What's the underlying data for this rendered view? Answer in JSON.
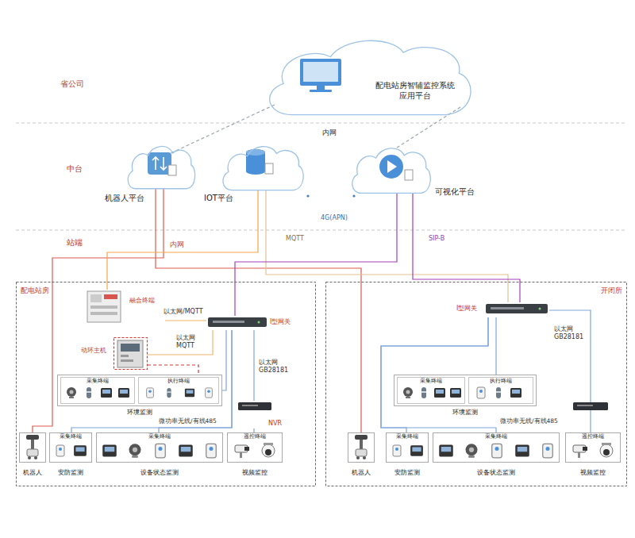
{
  "diagram": {
    "nodes": [
      {
        "text": [
          "配电站房智辅监控系统 应用平台"
        ]
      },
      {
        "text": [
          "机器人平台"
        ]
      },
      {
        "text": [
          "IOT平台"
        ]
      },
      {
        "text": [
          "可视化平台"
        ]
      },
      {
        "text": [
          "配电站房"
        ]
      },
      {
        "text": [
          "融合终端"
        ],
        "in": 4
      },
      {
        "text": [
          "I型网关"
        ],
        "in": 4
      },
      {
        "text": [
          "动环主机"
        ],
        "in": 4
      },
      {
        "text": [
          "环境监测"
        ],
        "in": 4
      },
      {
        "text": [
          "采集终端"
        ],
        "in": 8
      },
      {
        "text": [
          "执行终端"
        ],
        "in": 8
      },
      {
        "text": [
          "NVR"
        ],
        "in": 4
      },
      {
        "text": [
          "机器人"
        ],
        "in": 4
      },
      {
        "text": [
          "采集终端",
          "安防监测"
        ],
        "in": 4
      },
      {
        "text": [
          "采集终端",
          "设备状态监测"
        ],
        "in": 4
      },
      {
        "text": [
          "遥控终端",
          "视频监控"
        ],
        "in": 4
      },
      {
        "text": [
          "开闭所"
        ]
      },
      {
        "text": [
          "I型网关"
        ],
        "in": 16
      },
      {
        "text": [
          "环境监测"
        ],
        "in": 16
      },
      {
        "text": [
          "采集终端"
        ],
        "in": 18
      },
      {
        "text": [
          "执行终端"
        ],
        "in": 18
      },
      {
        "text": [
          "机器人"
        ],
        "in": 16
      },
      {
        "text": [
          "采集终端",
          "安防监测"
        ],
        "in": 16
      },
      {
        "text": [
          "采集终端",
          "设备状态监测"
        ],
        "in": 16
      },
      {
        "text": [
          "遥控终端",
          "视频监控"
        ],
        "in": 16
      }
    ],
    "edges": [
      {
        "from": 0,
        "to": 1,
        "arrow": "none"
      },
      {
        "from": 0,
        "to": 3,
        "arrow": "none"
      },
      {
        "from": 1,
        "to": 12,
        "arrow": "none"
      },
      {
        "from": 1,
        "to": 21,
        "arrow": "none"
      },
      {
        "from": 2,
        "to": 5,
        "arrow": "none"
      },
      {
        "from": 2,
        "to": 17,
        "arrow": "none"
      },
      {
        "from": 3,
        "to": 6,
        "arrow": "none"
      },
      {
        "from": 3,
        "to": 17,
        "arrow": "none"
      },
      {
        "from": 5,
        "to": 6,
        "label": "以太网/MQTT",
        "arrow": "none"
      },
      {
        "from": 7,
        "to": 6,
        "label": "以太网 MQTT",
        "arrow": "none"
      },
      {
        "from": 6,
        "to": 11,
        "label": "以太网 GB28181",
        "arrow": "none"
      },
      {
        "from": 7,
        "to": 8,
        "arrow": "none"
      },
      {
        "from": 6,
        "to": 8,
        "arrow": "none"
      },
      {
        "from": 6,
        "to": 13,
        "arrow": "none"
      },
      {
        "from": 6,
        "to": 14,
        "label": "微功率无线/有线485",
        "arrow": "none"
      },
      {
        "from": 11,
        "to": 15,
        "arrow": "none"
      },
      {
        "from": 17,
        "to": 18,
        "arrow": "none"
      },
      {
        "from": 17,
        "to": 22,
        "arrow": "none"
      },
      {
        "from": 17,
        "to": 23,
        "label": "微功率无线/有线485",
        "arrow": "none"
      }
    ],
    "labels": [
      "省公司",
      "内网",
      "中台",
      "4G(APN)",
      "站端",
      "内网",
      "MQTT",
      "SIP-B",
      "以太网 GB28181"
    ]
  }
}
